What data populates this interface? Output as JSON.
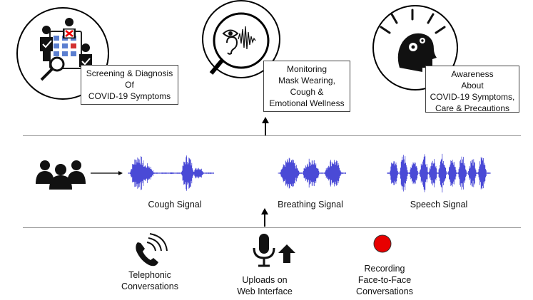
{
  "top": {
    "screening": {
      "lines": [
        "Screening & Diagnosis",
        "Of",
        "COVID-19 Symptoms"
      ]
    },
    "monitoring": {
      "lines": [
        "Monitoring",
        "Mask Wearing,",
        "Cough &",
        "Emotional Wellness"
      ]
    },
    "awareness": {
      "lines": [
        "Awareness",
        "About",
        "COVID-19 Symptoms,",
        "Care & Precautions"
      ]
    }
  },
  "signals": {
    "cough": "Cough Signal",
    "breathing": "Breathing Signal",
    "speech": "Speech Signal"
  },
  "sources": {
    "telephonic": [
      "Telephonic",
      "Conversations"
    ],
    "uploads": [
      "Uploads on",
      "Web Interface"
    ],
    "recording": [
      "Recording",
      "Face-to-Face",
      "Conversations"
    ]
  },
  "colors": {
    "waveform": "#4a4ad6",
    "record": "#e80000",
    "text": "#111111",
    "divider": "#9a9a9a"
  },
  "icons": {
    "screening": "screening-people-magnifier-icon",
    "monitoring": "eye-ear-waveform-magnifier-icon",
    "awareness": "head-gears-idea-icon",
    "people": "people-group-icon",
    "phone": "phone-ringing-icon",
    "mic": "microphone-upload-icon",
    "record": "record-dot-icon"
  }
}
